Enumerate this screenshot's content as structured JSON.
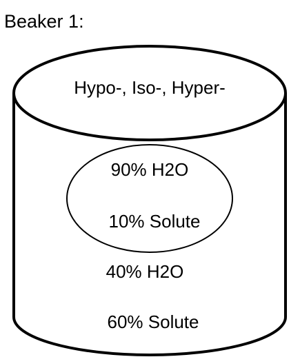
{
  "title": "Beaker 1:",
  "beaker": {
    "top_label": "Hypo-, Iso-, Hyper-",
    "outside_water": "40% H2O",
    "outside_solute": "60% Solute"
  },
  "cell": {
    "water": "90% H2O",
    "solute": "10% Solute"
  },
  "colors": {
    "stroke": "#000000",
    "background": "#ffffff"
  }
}
